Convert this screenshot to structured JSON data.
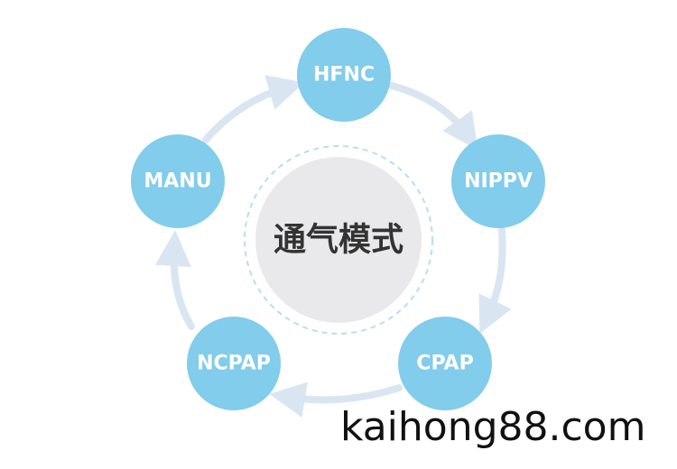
{
  "diagram": {
    "center_label": "通气模式",
    "nodes": [
      {
        "label": "HFNC"
      },
      {
        "label": "NIPPV"
      },
      {
        "label": "CPAP"
      },
      {
        "label": "NCPAP"
      },
      {
        "label": "MANU"
      }
    ]
  },
  "watermark": "kaihong88.com",
  "colors": {
    "node_fill": "#82ccec",
    "node_text": "#ffffff",
    "center_fill": "#e9e9eb",
    "center_ring": "#b7dff0",
    "center_text": "#333333",
    "arrow": "#d9e6f2",
    "watermark_text": "#111111"
  }
}
